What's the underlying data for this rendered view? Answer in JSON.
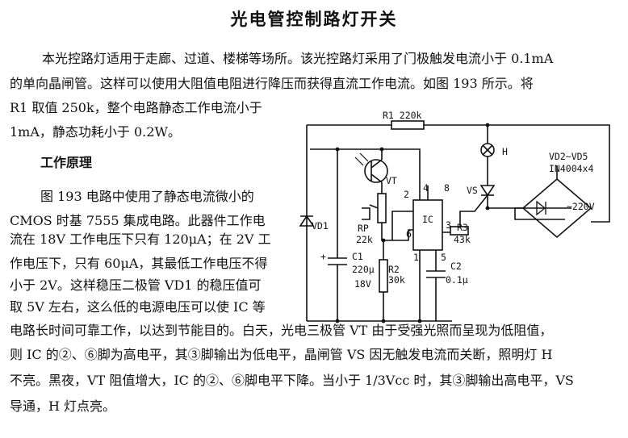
{
  "title": "光电管控制路灯开关",
  "intro_lines": [
    "本光控路灯适用于走廊、过道、楼梯等场所。该光控路灯采用了门极触发电流小于 0.1mA",
    "的单向晶闸管。这样可以使用大阻值电阻进行降压而获得直流工作电流。如图 193 所示。将",
    "R1 取值 250k，整个电路静态工作电流小于",
    "1mA，静态功耗小于 0.2W。"
  ],
  "heading": "工作原理",
  "body_left_lines": [
    "图 193 电路中使用了静态电流微小的",
    "CMOS 时基 7555 集成电路。此器件工作电",
    "流在 18V 工作电压下只有 120μA；在 2V 工",
    "作电压下，只有 60μA，其最低工作电压不得",
    "小于 2V。这样稳压二极管 VD1 的稳压值可",
    "取 5V 左右，这么低的电源电压可以使 IC 等"
  ],
  "body_full_lines": [
    "电路长时间可靠工作，以达到节能目的。白天，光电三极管 VT 由于受强光照而呈现为低阻值，",
    "则 IC 的②、⑥脚为高电平，其③脚输出为低电平，晶闸管 VS 因无触发电流而关断，照明灯 H",
    "不亮。黑夜，VT 阻值增大，IC 的②、⑥脚电平下降。当小于 1/3Vcc 时，其③脚输出高电平，VS",
    "导通，H 灯点亮。"
  ],
  "circuit": {
    "r1": "R1  220k",
    "vt": "VT",
    "lamp": "H",
    "vd_bridge": "VD2~VD5",
    "diode_type": "IN4004x4",
    "vs": "VS",
    "ac": "~220V",
    "vd1": "VD1",
    "rp": "RP",
    "rp_val": "22k",
    "ic": "IC",
    "pin2": "2",
    "pin4": "4",
    "pin8": "8",
    "pin3": "3",
    "pin6": "6",
    "pin1": "1",
    "pin5": "5",
    "r3": "R3",
    "r3_val": "43k",
    "c1": "C1",
    "c1_val": "220μ",
    "c1_v": "18V",
    "c1_plus": "+",
    "r2": "R2",
    "r2_val": "30k",
    "c2": "C2",
    "c2_val": "0.1μ"
  }
}
